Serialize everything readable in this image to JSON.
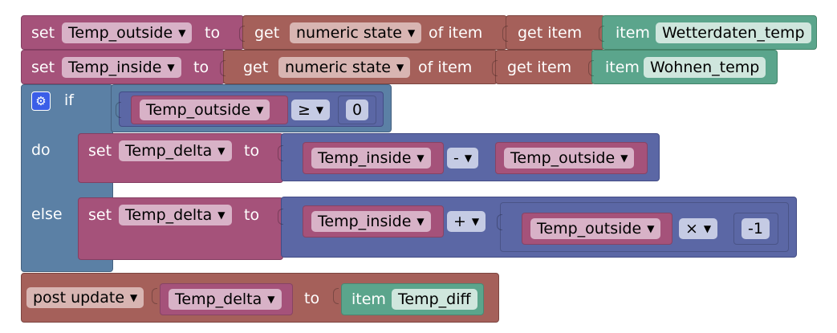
{
  "common": {
    "set": "set",
    "to": "to",
    "get": "get",
    "of_item": "of item",
    "get_item": "get item",
    "item": "item",
    "dropdown_arrow": "▼"
  },
  "row1": {
    "variable": "Temp_outside",
    "state_type": "numeric state",
    "item_name": "Wetterdaten_temp"
  },
  "row2": {
    "variable": "Temp_inside",
    "state_type": "numeric state",
    "item_name": "Wohnen_temp"
  },
  "if_block": {
    "if_label": "if",
    "do_label": "do",
    "else_label": "else",
    "condition": {
      "left_var": "Temp_outside",
      "operator": "≥",
      "right_value": "0"
    },
    "do_statement": {
      "target": "Temp_delta",
      "left_var": "Temp_inside",
      "operator": "-",
      "right_var": "Temp_outside"
    },
    "else_statement": {
      "target": "Temp_delta",
      "left_var": "Temp_inside",
      "operator": "+",
      "inner_var": "Temp_outside",
      "inner_operator": "×",
      "inner_value": "-1"
    }
  },
  "post_block": {
    "action": "post update",
    "value_var": "Temp_delta",
    "to_label": "to",
    "item_label": "item",
    "item_name": "Temp_diff"
  }
}
